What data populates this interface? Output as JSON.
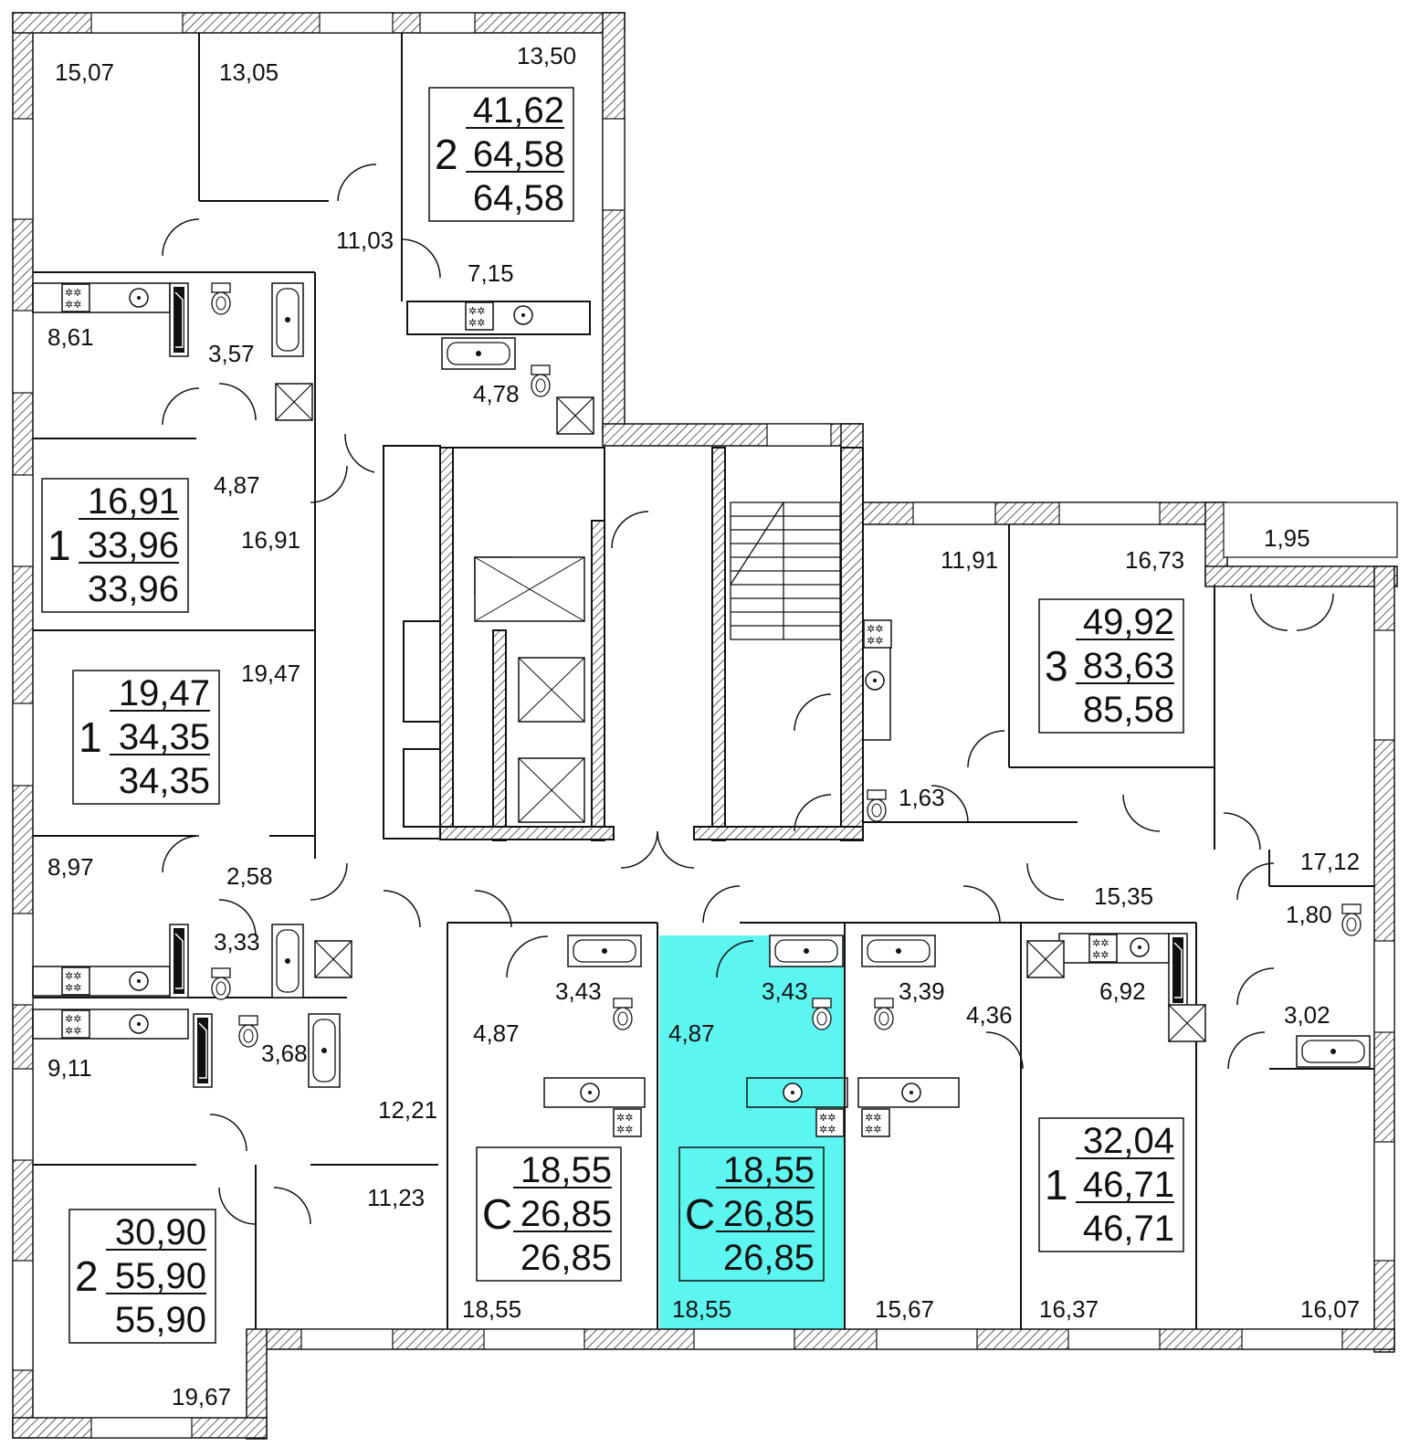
{
  "highlight_color": "#5cf5f0",
  "rooms": [
    {
      "id": "r1",
      "label": "15,07"
    },
    {
      "id": "r2",
      "label": "13,05"
    },
    {
      "id": "r3",
      "label": "13,50"
    },
    {
      "id": "r4",
      "label": "11,03"
    },
    {
      "id": "r5",
      "label": "7,15"
    },
    {
      "id": "r6",
      "label": "8,61"
    },
    {
      "id": "r7",
      "label": "3,57"
    },
    {
      "id": "r8",
      "label": "4,78"
    },
    {
      "id": "r9",
      "label": "4,87"
    },
    {
      "id": "r10",
      "label": "16,91"
    },
    {
      "id": "r11",
      "label": "19,47"
    },
    {
      "id": "r12",
      "label": "11,91"
    },
    {
      "id": "r13",
      "label": "16,73"
    },
    {
      "id": "r14",
      "label": "1,95"
    },
    {
      "id": "r15",
      "label": "1,63"
    },
    {
      "id": "r16",
      "label": "8,97"
    },
    {
      "id": "r17",
      "label": "2,58"
    },
    {
      "id": "r18",
      "label": "17,12"
    },
    {
      "id": "r19",
      "label": "15,35"
    },
    {
      "id": "r20",
      "label": "1,80"
    },
    {
      "id": "r21",
      "label": "3,33"
    },
    {
      "id": "r22",
      "label": "3,43"
    },
    {
      "id": "r23",
      "label": "3,43"
    },
    {
      "id": "r24",
      "label": "3,39"
    },
    {
      "id": "r25",
      "label": "6,92"
    },
    {
      "id": "r26",
      "label": "4,87"
    },
    {
      "id": "r27",
      "label": "4,87"
    },
    {
      "id": "r28",
      "label": "4,36"
    },
    {
      "id": "r29",
      "label": "3,02"
    },
    {
      "id": "r30",
      "label": "9,11"
    },
    {
      "id": "r31",
      "label": "3,68"
    },
    {
      "id": "r32",
      "label": "12,21"
    },
    {
      "id": "r33",
      "label": "11,23"
    },
    {
      "id": "r34",
      "label": "18,55"
    },
    {
      "id": "r35",
      "label": "18,55"
    },
    {
      "id": "r36",
      "label": "15,67"
    },
    {
      "id": "r37",
      "label": "16,37"
    },
    {
      "id": "r38",
      "label": "16,07"
    },
    {
      "id": "r39",
      "label": "19,67"
    }
  ],
  "apartments": [
    {
      "id": "a1",
      "rooms": "2",
      "living": "41,62",
      "total": "64,58",
      "total_balcony": "64,58"
    },
    {
      "id": "a2",
      "rooms": "1",
      "living": "16,91",
      "total": "33,96",
      "total_balcony": "33,96"
    },
    {
      "id": "a3",
      "rooms": "1",
      "living": "19,47",
      "total": "34,35",
      "total_balcony": "34,35"
    },
    {
      "id": "a4",
      "rooms": "3",
      "living": "49,92",
      "total": "83,63",
      "total_balcony": "85,58"
    },
    {
      "id": "a5",
      "rooms": "С",
      "living": "18,55",
      "total": "26,85",
      "total_balcony": "26,85"
    },
    {
      "id": "a6",
      "rooms": "С",
      "living": "18,55",
      "total": "26,85",
      "total_balcony": "26,85",
      "highlighted": true
    },
    {
      "id": "a7",
      "rooms": "1",
      "living": "32,04",
      "total": "46,71",
      "total_balcony": "46,71"
    },
    {
      "id": "a8",
      "rooms": "2",
      "living": "30,90",
      "total": "55,90",
      "total_balcony": "55,90"
    }
  ]
}
